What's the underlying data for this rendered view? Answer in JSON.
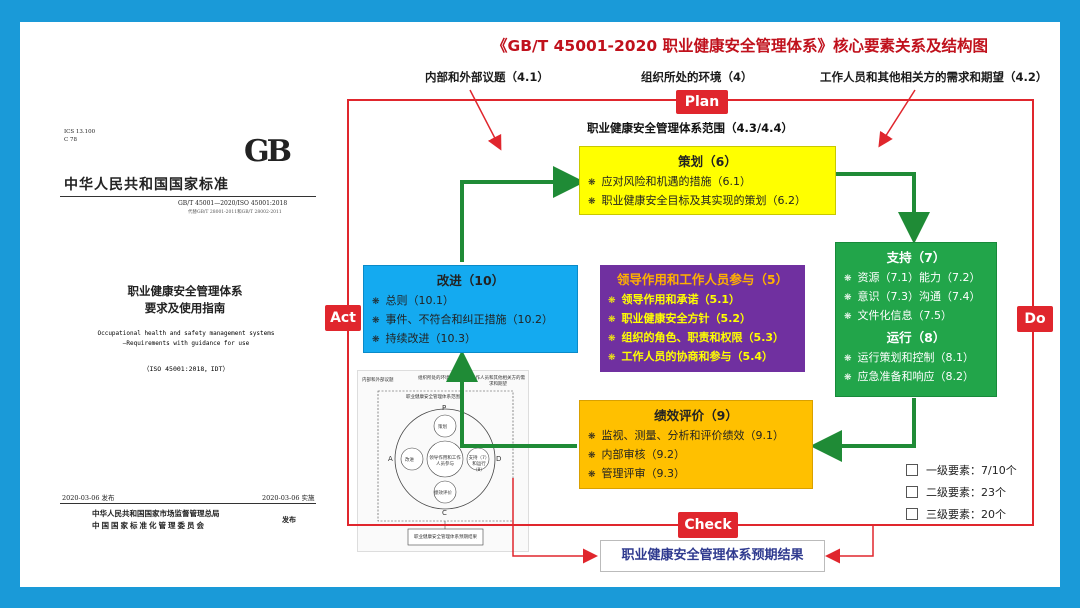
{
  "title": "《GB/T 45001-2020 职业健康安全管理体系》核心要素关系及结构图",
  "top_labels": {
    "internal_external": "内部和外部议题（4.1）",
    "context": "组织所处的环境（4）",
    "needs": "工作人员和其他相关方的需求和期望（4.2）"
  },
  "scope": "职业健康安全管理体系范围（4.3/4.4）",
  "pdca": {
    "plan": "Plan",
    "do": "Do",
    "check": "Check",
    "act": "Act"
  },
  "boxes": {
    "plan": {
      "title": "策划（6）",
      "items": [
        "应对风险和机遇的措施（6.1）",
        "职业健康安全目标及其实现的策划（6.2）"
      ]
    },
    "improve": {
      "title": "改进（10）",
      "items": [
        "总则（10.1）",
        "事件、不符合和纠正措施（10.2）",
        "持续改进（10.3）"
      ]
    },
    "leadership": {
      "title": "领导作用和工作人员参与（5）",
      "items": [
        "领导作用和承诺（5.1）",
        "职业健康安全方针（5.2）",
        "组织的角色、职责和权限（5.3）",
        "工作人员的协商和参与（5.4）"
      ]
    },
    "support": {
      "title": "支持（7）",
      "items": [
        "资源（7.1）能力（7.2）",
        "意识（7.3）沟通（7.4）",
        "文件化信息（7.5）"
      ],
      "title2": "运行（8）",
      "items2": [
        "运行策划和控制（8.1）",
        "应急准备和响应（8.2）"
      ]
    },
    "performance": {
      "title": "绩效评价（9）",
      "items": [
        "监视、测量、分析和评价绩效（9.1）",
        "内部审核（9.2）",
        "管理评审（9.3）"
      ]
    }
  },
  "result": "职业健康安全管理体系预期结果",
  "legend": [
    "一级要素：7/10个",
    "二级要素：23个",
    "三级要素：20个"
  ],
  "document": {
    "ics": "ICS 13.100",
    "ccs": "C 78",
    "logo": "GB",
    "org_line": "中华人民共和国国家标准",
    "std_no": "GB/T 45001—2020/ISO 45001:2018",
    "std_replace": "代替GB/T 28001-2011和GB/T 28002-2011",
    "title_cn_1": "职业健康安全管理体系",
    "title_cn_2": "要求及使用指南",
    "title_en_1": "Occupational health and safety management systems",
    "title_en_2": "—Requirements with guidance for use",
    "iso_ref": "（ISO 45001:2018，IDT）",
    "issue_date": "2020-03-06 发布",
    "impl_date": "2020-03-06 实施",
    "publisher_1": "中华人民共和国国家市场监督管理总局",
    "publisher_2": "中国国家标准化管理委员会",
    "publish_word": "发布"
  },
  "thumbnail": {
    "label_1": "内部和外部议题",
    "label_2": "组织所处的环境",
    "label_3": "工作人员和其他相关方的需求和期望",
    "scope": "职业健康安全管理体系范围",
    "center": "领导作用和工作人员参与",
    "plan": "策划",
    "support": "支持（7）和运行（8）",
    "perf": "绩效评价",
    "improve": "改进",
    "result": "职业健康安全管理体系预期结果",
    "p": "P",
    "d": "D",
    "c": "C",
    "a": "A"
  },
  "colors": {
    "page_bg": "#1a9ad8",
    "title_red": "#c0111c",
    "pdca_red": "#e0262d",
    "arrow_green": "#1f8b36",
    "plan_yellow": "#ffff00",
    "improve_blue": "#14aaf0",
    "leadership_purple": "#7030a0",
    "support_green": "#22a54a",
    "performance_orange": "#ffc000"
  }
}
